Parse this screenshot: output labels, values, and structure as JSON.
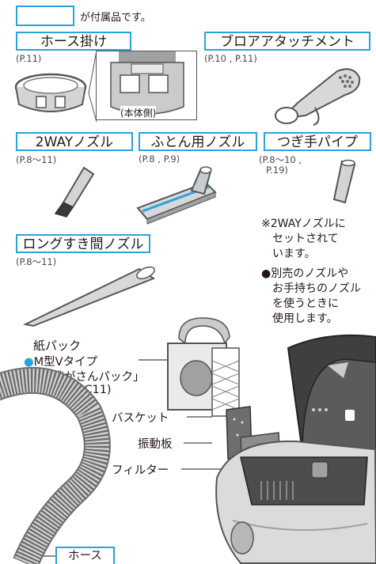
{
  "header": {
    "text": "が付属品です。"
  },
  "accessories": [
    {
      "label": "ホース掛け",
      "ref": "(P.11)"
    },
    {
      "label": "ブロアアタッチメント",
      "ref": "(P.10 , P.11)"
    },
    {
      "label": "2WAYノズル",
      "ref": "(P.8〜11)"
    },
    {
      "label": "ふとん用ノズル",
      "ref": "(P.8 , P.9)"
    },
    {
      "label": "つぎ手パイプ",
      "ref_line1": "(P.8〜10 ,",
      "ref_line2": "P.19)"
    },
    {
      "label": "ロングすき間ノズル",
      "ref": "(P.8〜11)"
    }
  ],
  "body_side": "(本体側)",
  "notes": {
    "note1": [
      "※2WAYノズルに",
      "セットされて",
      "います。"
    ],
    "note2": [
      "●別売のノズルや",
      "お手持ちのノズル",
      "を使うときに",
      "使用します。"
    ]
  },
  "paper_pack": {
    "title": "紙パック",
    "line1_bullet": "●",
    "line1": "M型Vタイプ",
    "line2": "「逃がさんパック」",
    "line3": "(AMC-HC11)"
  },
  "callouts": {
    "basket": "バスケット",
    "vibration": "振動板",
    "filter": "フィルター",
    "hose": "ホース"
  },
  "colors": {
    "accent": "#2aa4d8",
    "text": "#231815",
    "part_gray": "#c9cbcd",
    "dark_gray": "#6d6e70"
  }
}
